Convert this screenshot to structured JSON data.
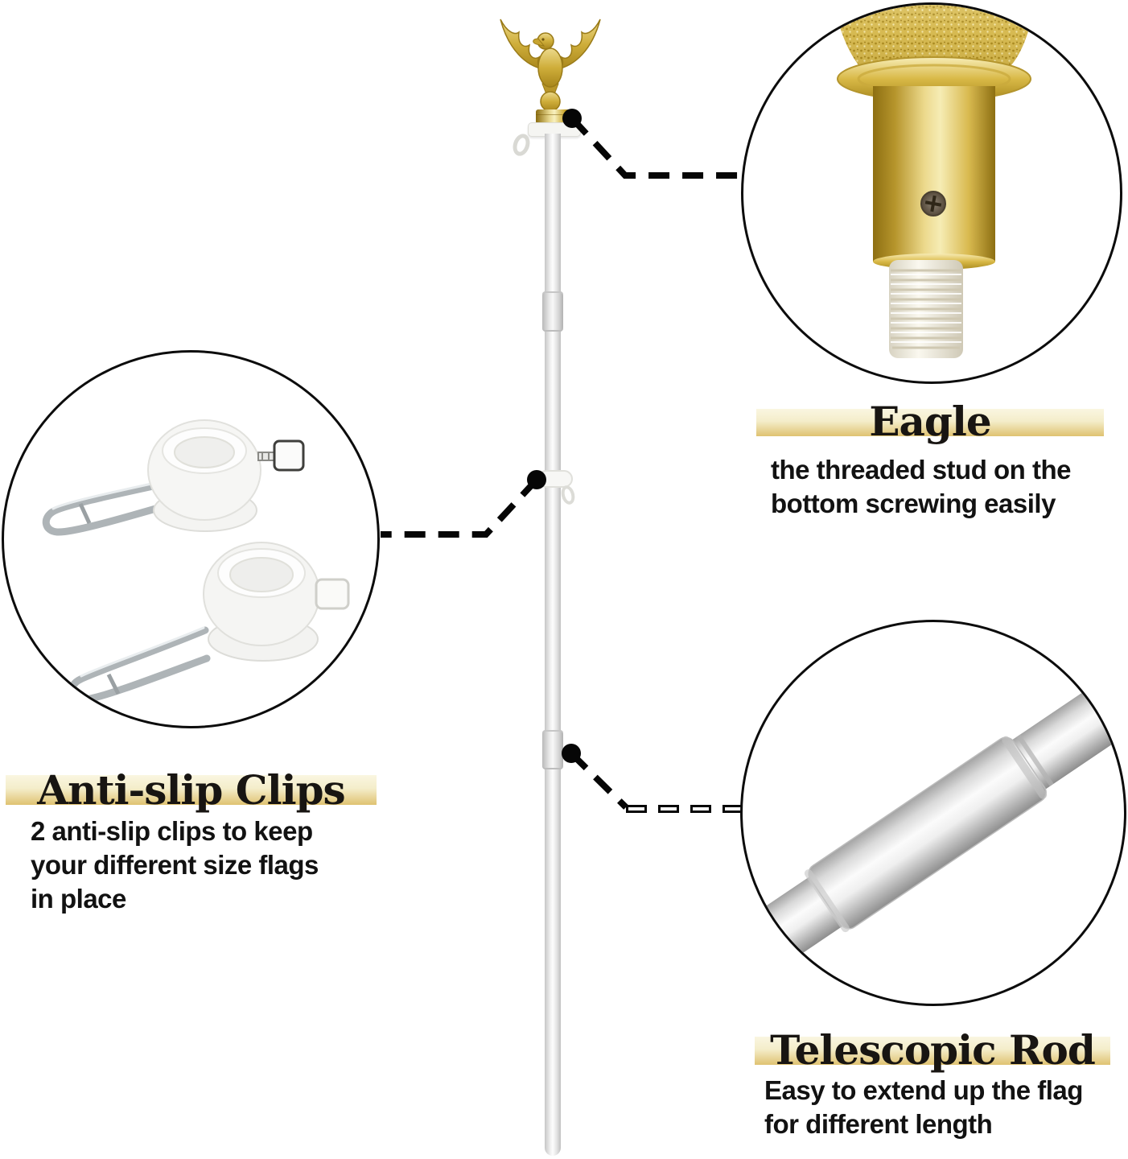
{
  "callouts": {
    "eagle": {
      "title": "Eagle",
      "description_lines": [
        "the threaded stud on the",
        "bottom screwing easily"
      ]
    },
    "clips": {
      "title": "Anti-slip Clips",
      "description_lines": [
        "2 anti-slip clips to keep",
        "your different size flags",
        "in place"
      ]
    },
    "rod": {
      "title": "Telescopic Rod",
      "description_lines": [
        "Easy to extend up the flag",
        "for different length"
      ]
    }
  },
  "colors": {
    "band-top": "#faf6e1",
    "band-bottom": "#dfc271",
    "title-text": "#181512",
    "body-text": "#121212",
    "leader-line": "#060606",
    "gold": "#c9a43b",
    "gold-light": "#f2e4a4",
    "gold-dark": "#8f7013",
    "pole-silver": "#d9d9d9",
    "plastic-white": "#f4f4f2"
  }
}
